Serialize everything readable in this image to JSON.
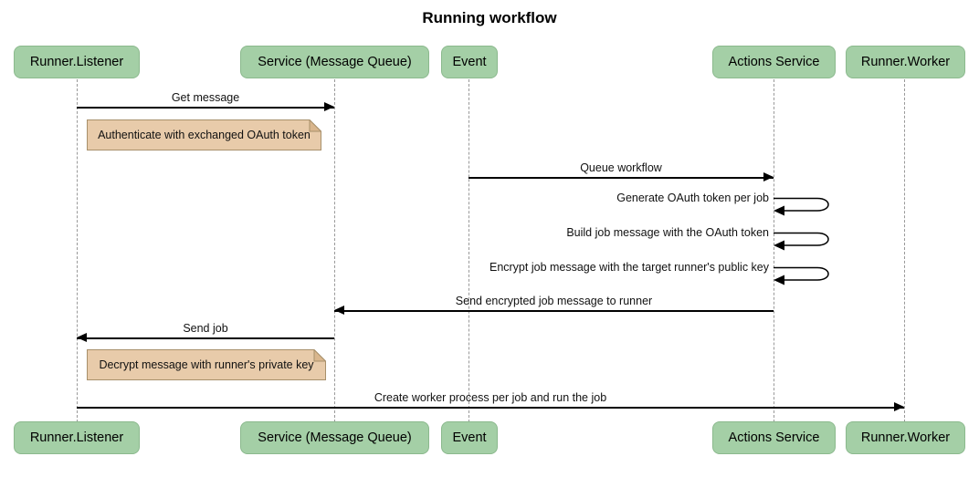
{
  "title": "Running workflow",
  "participants": [
    {
      "label": "Runner.Listener"
    },
    {
      "label": "Service (Message Queue)"
    },
    {
      "label": "Event"
    },
    {
      "label": "Actions Service"
    },
    {
      "label": "Runner.Worker"
    }
  ],
  "messages": [
    {
      "label": "Get message",
      "from": "Runner.Listener",
      "to": "Service (Message Queue)",
      "type": "arrow-right"
    },
    {
      "label": "Queue workflow",
      "from": "Event",
      "to": "Actions Service",
      "type": "arrow-right"
    },
    {
      "label": "Generate OAuth token per job",
      "from": "Actions Service",
      "to": "Actions Service",
      "type": "self-loop"
    },
    {
      "label": "Build job message with the OAuth token",
      "from": "Actions Service",
      "to": "Actions Service",
      "type": "self-loop"
    },
    {
      "label": "Encrypt job message with the target runner's public key",
      "from": "Actions Service",
      "to": "Actions Service",
      "type": "self-loop"
    },
    {
      "label": "Send encrypted job message to runner",
      "from": "Actions Service",
      "to": "Service (Message Queue)",
      "type": "arrow-left"
    },
    {
      "label": "Send job",
      "from": "Service (Message Queue)",
      "to": "Runner.Listener",
      "type": "arrow-left"
    },
    {
      "label": "Create worker process per job and run the job",
      "from": "Runner.Listener",
      "to": "Runner.Worker",
      "type": "arrow-right"
    }
  ],
  "notes": [
    {
      "text": "Authenticate with exchanged OAuth token",
      "over": "Runner.Listener"
    },
    {
      "text": "Decrypt message with runner's private key",
      "over": "Runner.Listener"
    }
  ],
  "colors": {
    "participant_fill": "#a4cfa6",
    "participant_border": "#8bb98d",
    "note_fill": "#e8cbaa",
    "note_border": "#a8906b",
    "note_fold": "#d9b68d",
    "lifeline": "#999999",
    "arrow": "#000000"
  }
}
